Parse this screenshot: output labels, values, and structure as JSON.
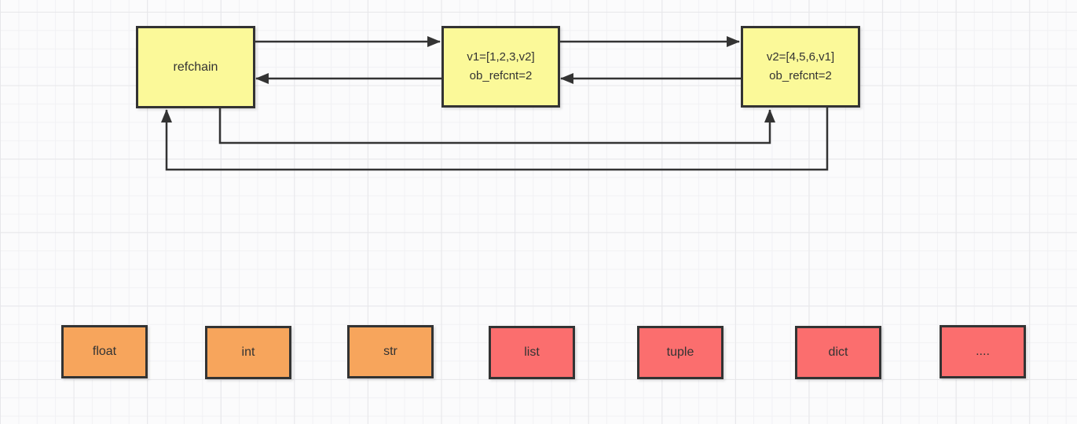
{
  "diagram": {
    "nodes": {
      "refchain": {
        "label": "refchain",
        "fill": "#FBF999"
      },
      "v1": {
        "line1": "v1=[1,2,3,v2]",
        "line2": "ob_refcnt=2",
        "fill": "#FBF999"
      },
      "v2": {
        "line1": "v2=[4,5,6,v1]",
        "line2": "ob_refcnt=2",
        "fill": "#FBF999"
      }
    },
    "type_boxes": [
      {
        "label": "float",
        "color": "#F7A55C"
      },
      {
        "label": "int",
        "color": "#F7A55C"
      },
      {
        "label": "str",
        "color": "#F7A55C"
      },
      {
        "label": "list",
        "color": "#FB6E6E"
      },
      {
        "label": "tuple",
        "color": "#FB6E6E"
      },
      {
        "label": "dict",
        "color": "#FB6E6E"
      },
      {
        "label": "....",
        "color": "#FB6E6E"
      }
    ],
    "connectors": [
      {
        "name": "refchain-to-v1",
        "direction": "right"
      },
      {
        "name": "v1-to-refchain",
        "direction": "left"
      },
      {
        "name": "v1-to-v2",
        "direction": "right"
      },
      {
        "name": "v2-to-v1",
        "direction": "left"
      },
      {
        "name": "refchain-bottom-to-v2-bottom",
        "direction": "up-into-v2"
      },
      {
        "name": "v2-bottom-to-refchain-bottom",
        "direction": "up-into-refchain"
      }
    ],
    "colors": {
      "node_fill_yellow": "#FBF999",
      "node_fill_orange": "#F7A55C",
      "node_fill_red": "#FB6E6E",
      "border": "#333333",
      "connector": "#333333",
      "grid_minor": "#F1F1F4",
      "grid_major": "#E7E7EA",
      "background": "#FBFBFC"
    }
  }
}
